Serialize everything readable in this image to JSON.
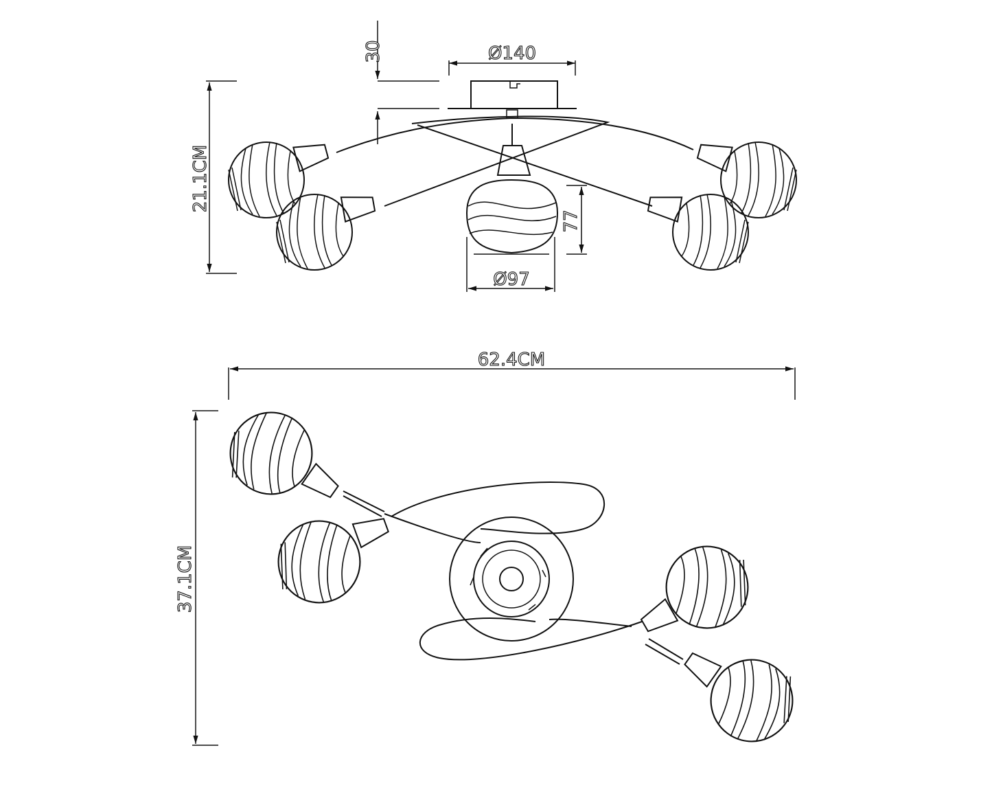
{
  "dimensions": {
    "canopy_height": "30",
    "canopy_diameter": "Ø140",
    "total_height": "21.1CM",
    "shade_height": "77",
    "shade_diameter": "Ø97",
    "total_width": "62.4CM",
    "total_depth": "37.1CM"
  },
  "views": [
    "side-elevation",
    "top-plan"
  ],
  "colors": {
    "line": "#111111",
    "background": "#ffffff"
  }
}
